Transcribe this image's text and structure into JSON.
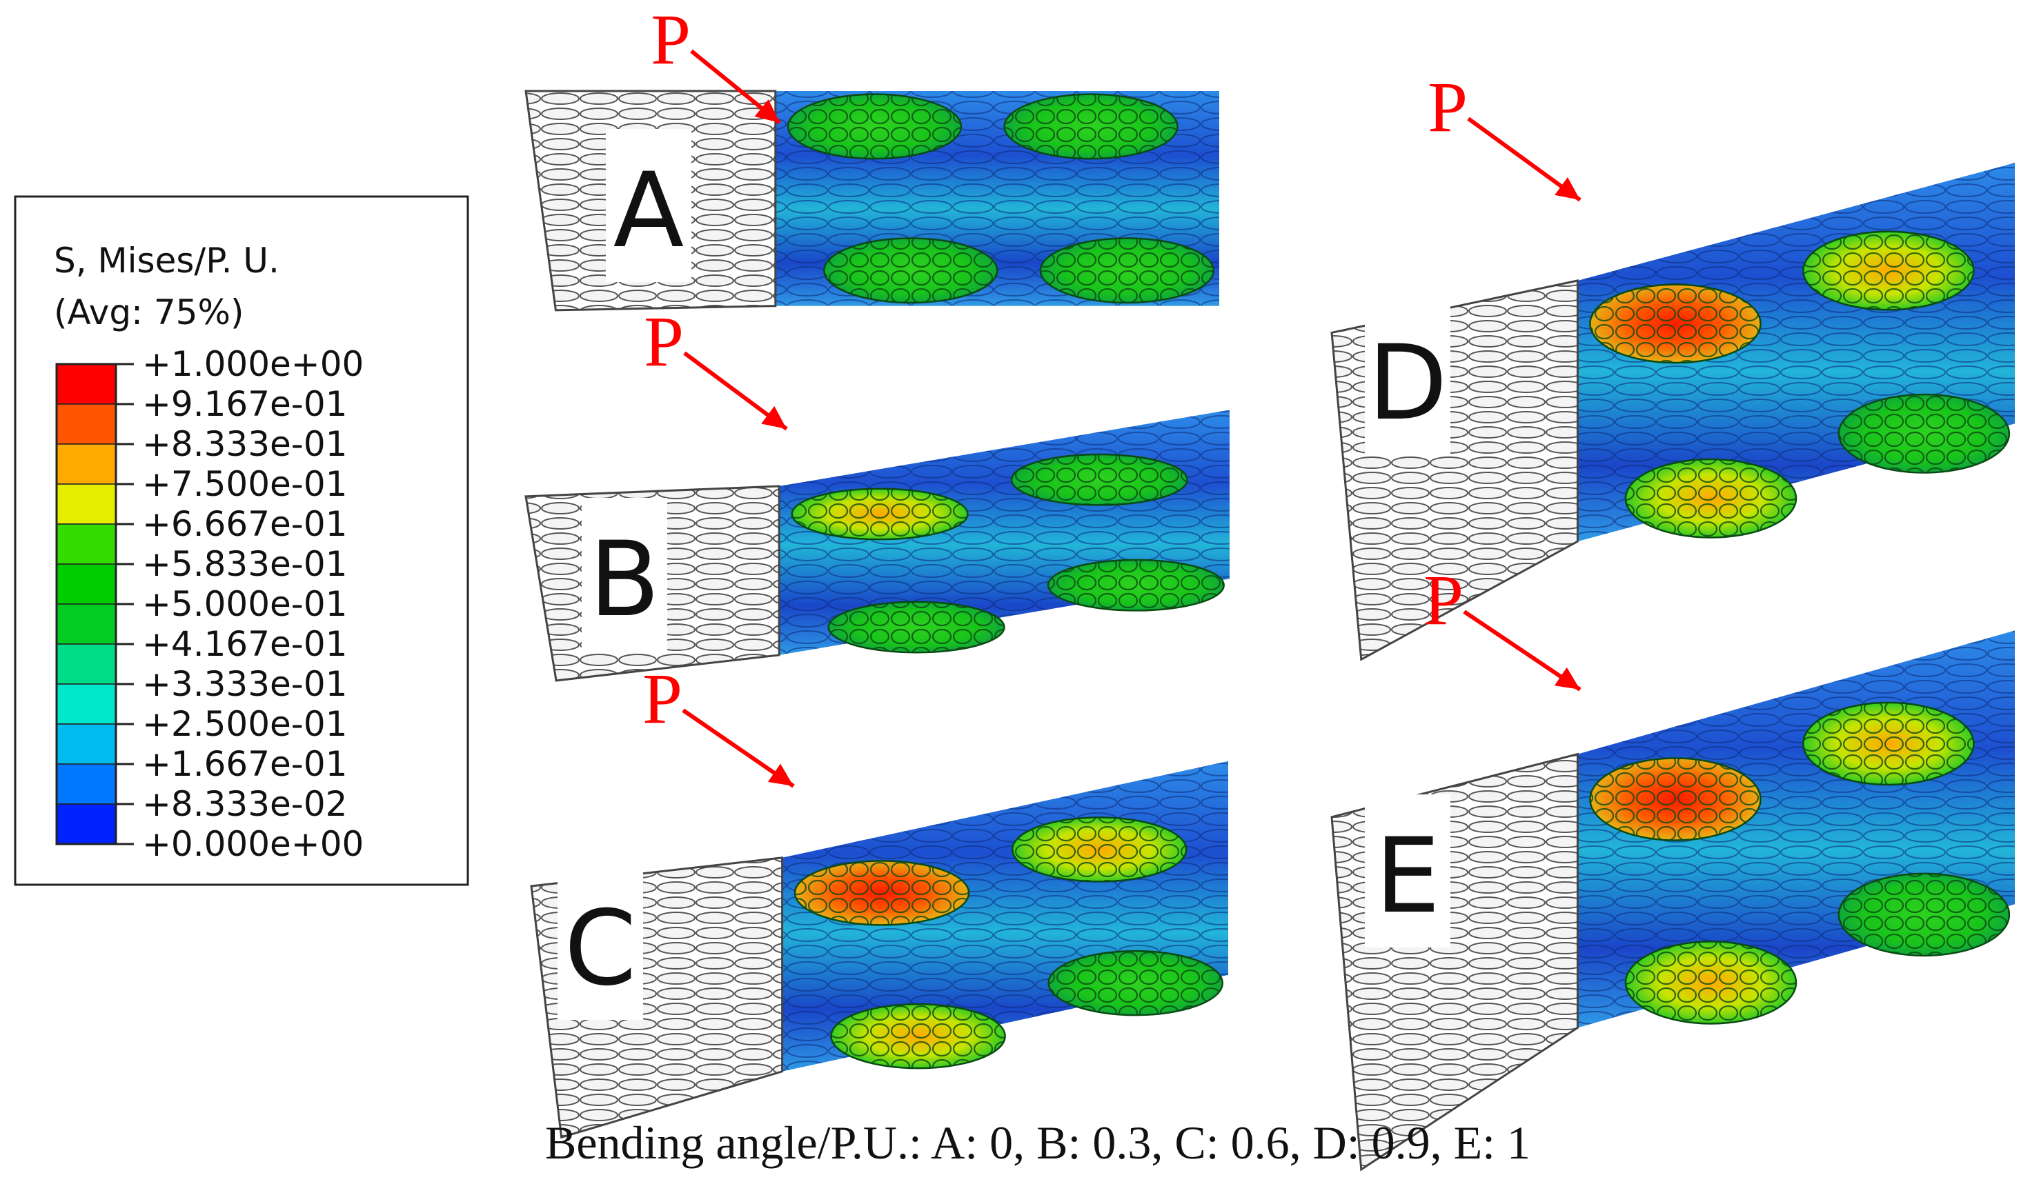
{
  "legend": {
    "title_line1": "S, Mises/P. U.",
    "title_line2": "(Avg: 75%)",
    "levels": [
      {
        "value": "+1.000e+00"
      },
      {
        "value": "+9.167e-01",
        "color": "#ff0000"
      },
      {
        "value": "+8.333e-01",
        "color": "#ff5500"
      },
      {
        "value": "+7.500e-01",
        "color": "#ffaa00"
      },
      {
        "value": "+6.667e-01",
        "color": "#e6ee00"
      },
      {
        "value": "+5.833e-01",
        "color": "#33dd00"
      },
      {
        "value": "+5.000e-01",
        "color": "#00cc00"
      },
      {
        "value": "+4.167e-01",
        "color": "#00cc22"
      },
      {
        "value": "+3.333e-01",
        "color": "#00dd88"
      },
      {
        "value": "+2.500e-01",
        "color": "#00e8cc"
      },
      {
        "value": "+1.667e-01",
        "color": "#00bbee"
      },
      {
        "value": "+8.333e-02",
        "color": "#0077ff"
      },
      {
        "value": "+0.000e+00",
        "color": "#0022ff"
      }
    ]
  },
  "panels": [
    {
      "letter": "A",
      "marker": "P"
    },
    {
      "letter": "B",
      "marker": "P"
    },
    {
      "letter": "C",
      "marker": "P"
    },
    {
      "letter": "D",
      "marker": "P"
    },
    {
      "letter": "E",
      "marker": "P"
    }
  ],
  "caption": "Bending angle/P.U.: A: 0, B: 0.3, C: 0.6, D: 0.9, E: 1"
}
